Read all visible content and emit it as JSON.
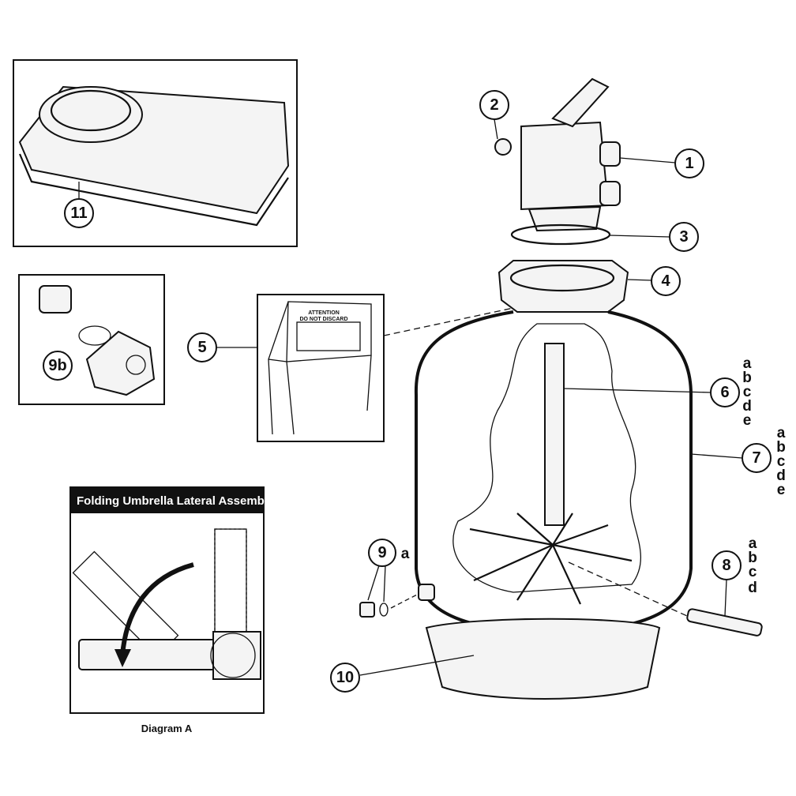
{
  "callouts": {
    "c1": "1",
    "c2": "2",
    "c3": "3",
    "c4": "4",
    "c5": "5",
    "c6": "6",
    "c7": "7",
    "c8": "8",
    "c9": "9",
    "c9b": "9b",
    "c10": "10",
    "c11": "11"
  },
  "variants": {
    "p6": [
      "a",
      "b",
      "c",
      "d",
      "e"
    ],
    "p7": [
      "a",
      "b",
      "c",
      "d",
      "e"
    ],
    "p8": [
      "a",
      "b",
      "c",
      "d"
    ],
    "p9": "a"
  },
  "sign": {
    "line1": "ATTENTION",
    "line2": "DO NOT DISCARD"
  },
  "diagram_a": {
    "title": "Folding Umbrella Lateral Assembly",
    "caption": "Diagram A"
  }
}
